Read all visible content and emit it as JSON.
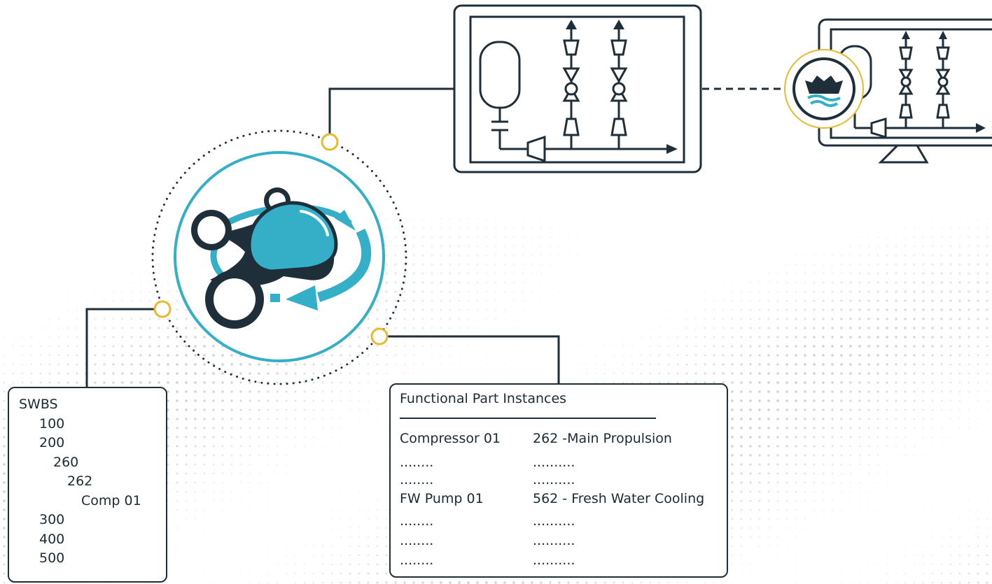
{
  "swbs": {
    "rows": [
      {
        "text": "SWBS",
        "level": 0
      },
      {
        "text": "100",
        "level": 1
      },
      {
        "text": "200",
        "level": 1
      },
      {
        "text": "260",
        "level": 2
      },
      {
        "text": "262",
        "level": 3
      },
      {
        "text": "Comp 01",
        "level": 4
      },
      {
        "text": "300",
        "level": 1
      },
      {
        "text": "400",
        "level": 1
      },
      {
        "text": "500",
        "level": 1
      }
    ]
  },
  "fpi": {
    "title": "Functional Part Instances",
    "rows": [
      {
        "part": "Compressor 01",
        "system": "262 -Main Propulsion"
      },
      {
        "part": "........",
        "system": ".........."
      },
      {
        "part": "........",
        "system": ".........."
      },
      {
        "part": "FW Pump 01",
        "system": "562 - Fresh Water Cooling"
      },
      {
        "part": "........",
        "system": ".........."
      },
      {
        "part": "........",
        "system": ".........."
      },
      {
        "part": "........",
        "system": ".........."
      }
    ]
  },
  "colors": {
    "dark": "#1f2f3a",
    "teal": "#34afc7",
    "gold": "#e8b92f",
    "dots": "#c9cfd4"
  },
  "icons": {
    "hub": "network-hub-icon",
    "badge": "ship-logo-icon"
  }
}
